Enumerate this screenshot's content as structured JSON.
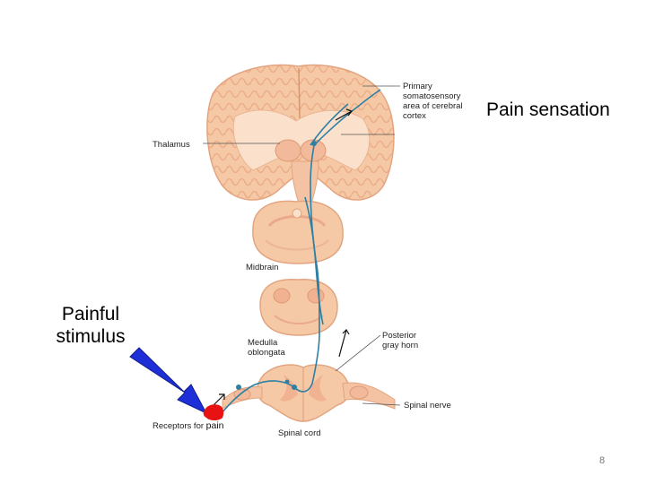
{
  "callouts": {
    "primary_cortex": [
      "Primary",
      "somatosensory",
      "area of cerebral",
      "cortex"
    ],
    "thalamus": "Thalamus",
    "midbrain": "Midbrain",
    "medulla": [
      "Medulla",
      "oblongata"
    ],
    "posterior_horn": [
      "Posterior",
      "gray horn"
    ],
    "spinal_nerve": "Spinal nerve",
    "receptors": "Receptors for",
    "pain_word": "pain",
    "spinal_cord": "Spinal cord"
  },
  "overlay": {
    "pain_sensation": "Pain sensation",
    "painful_stimulus": [
      "Painful",
      "stimulus"
    ]
  },
  "page_number": "8",
  "colors": {
    "tissue": "#f6c9a6",
    "tissue_edge": "#e2a57f",
    "pathway": "#2d7fa3",
    "arrow_fill": "#1f2fd8",
    "receptor_dot": "#e81212"
  }
}
